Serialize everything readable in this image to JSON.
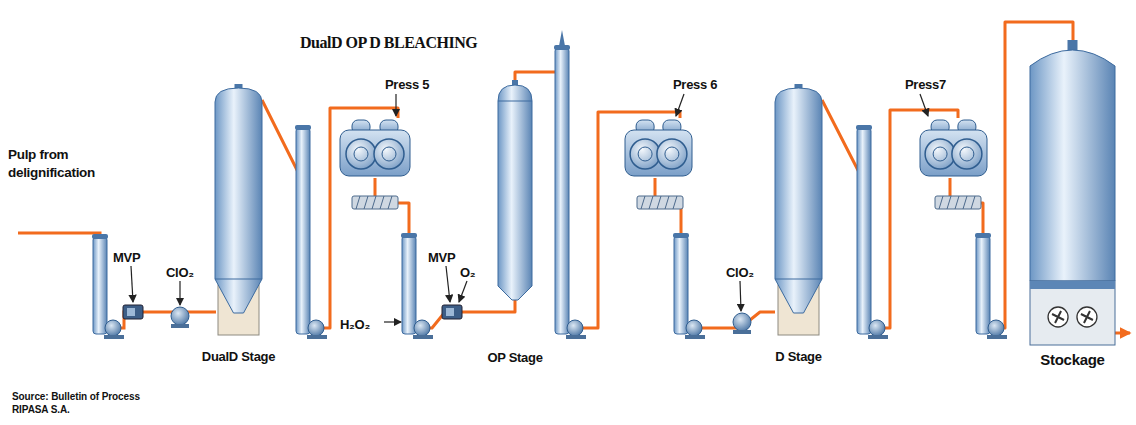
{
  "diagram": {
    "title": "DualD OP D BLEACHING",
    "caption": "Source: Bulletin of Process RIPASA S.A.",
    "nodes": [
      {
        "text": [
          "DualD Stage"
        ]
      },
      {
        "text": [
          "Press 5"
        ]
      },
      {
        "text": [
          "OP Stage"
        ]
      },
      {
        "text": [
          "Press 6"
        ]
      },
      {
        "text": [
          "D Stage"
        ]
      },
      {
        "text": [
          "Press7"
        ]
      },
      {
        "text": [
          "Stockage"
        ]
      }
    ],
    "edges": [
      {
        "from": 0,
        "to": 1,
        "arrow": "none"
      },
      {
        "from": 1,
        "to": 2,
        "arrow": "none"
      },
      {
        "from": 2,
        "to": 3,
        "arrow": "none"
      },
      {
        "from": 3,
        "to": 4,
        "arrow": "none"
      },
      {
        "from": 4,
        "to": 5,
        "arrow": "none"
      },
      {
        "from": 5,
        "to": 6,
        "arrow": "none"
      }
    ],
    "labels": [
      "Pulp from delignification",
      "MVP",
      "ClO₂",
      "MVP",
      "O₂",
      "H₂O₂",
      "ClO₂"
    ]
  }
}
